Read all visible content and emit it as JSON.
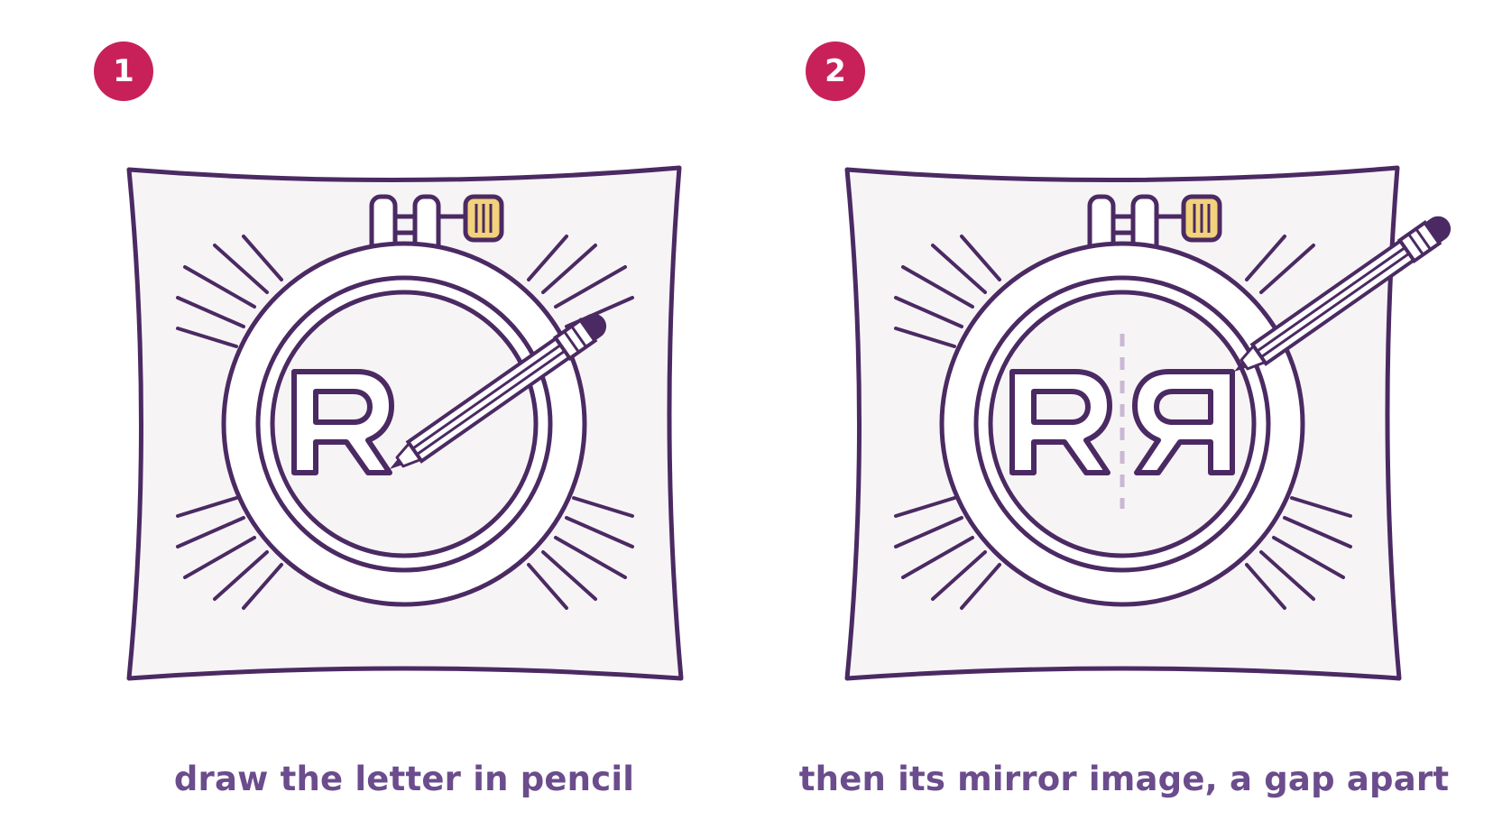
{
  "steps": [
    {
      "number": "1",
      "caption": "draw the letter in pencil",
      "letters": [
        "R"
      ]
    },
    {
      "number": "2",
      "caption": "then its mirror image, a gap apart",
      "letters": [
        "R",
        "Я"
      ]
    }
  ],
  "colors": {
    "outline": "#4b2a63",
    "fabric": "#f7f4f6",
    "badge": "#c8215a",
    "caption": "#6b4c8c",
    "screw": "#f2d27a",
    "guide": "#c9b8d3"
  },
  "icons": [
    "embroidery-hoop-icon",
    "pencil-icon",
    "letter-r-icon",
    "mirrored-letter-r-icon"
  ]
}
